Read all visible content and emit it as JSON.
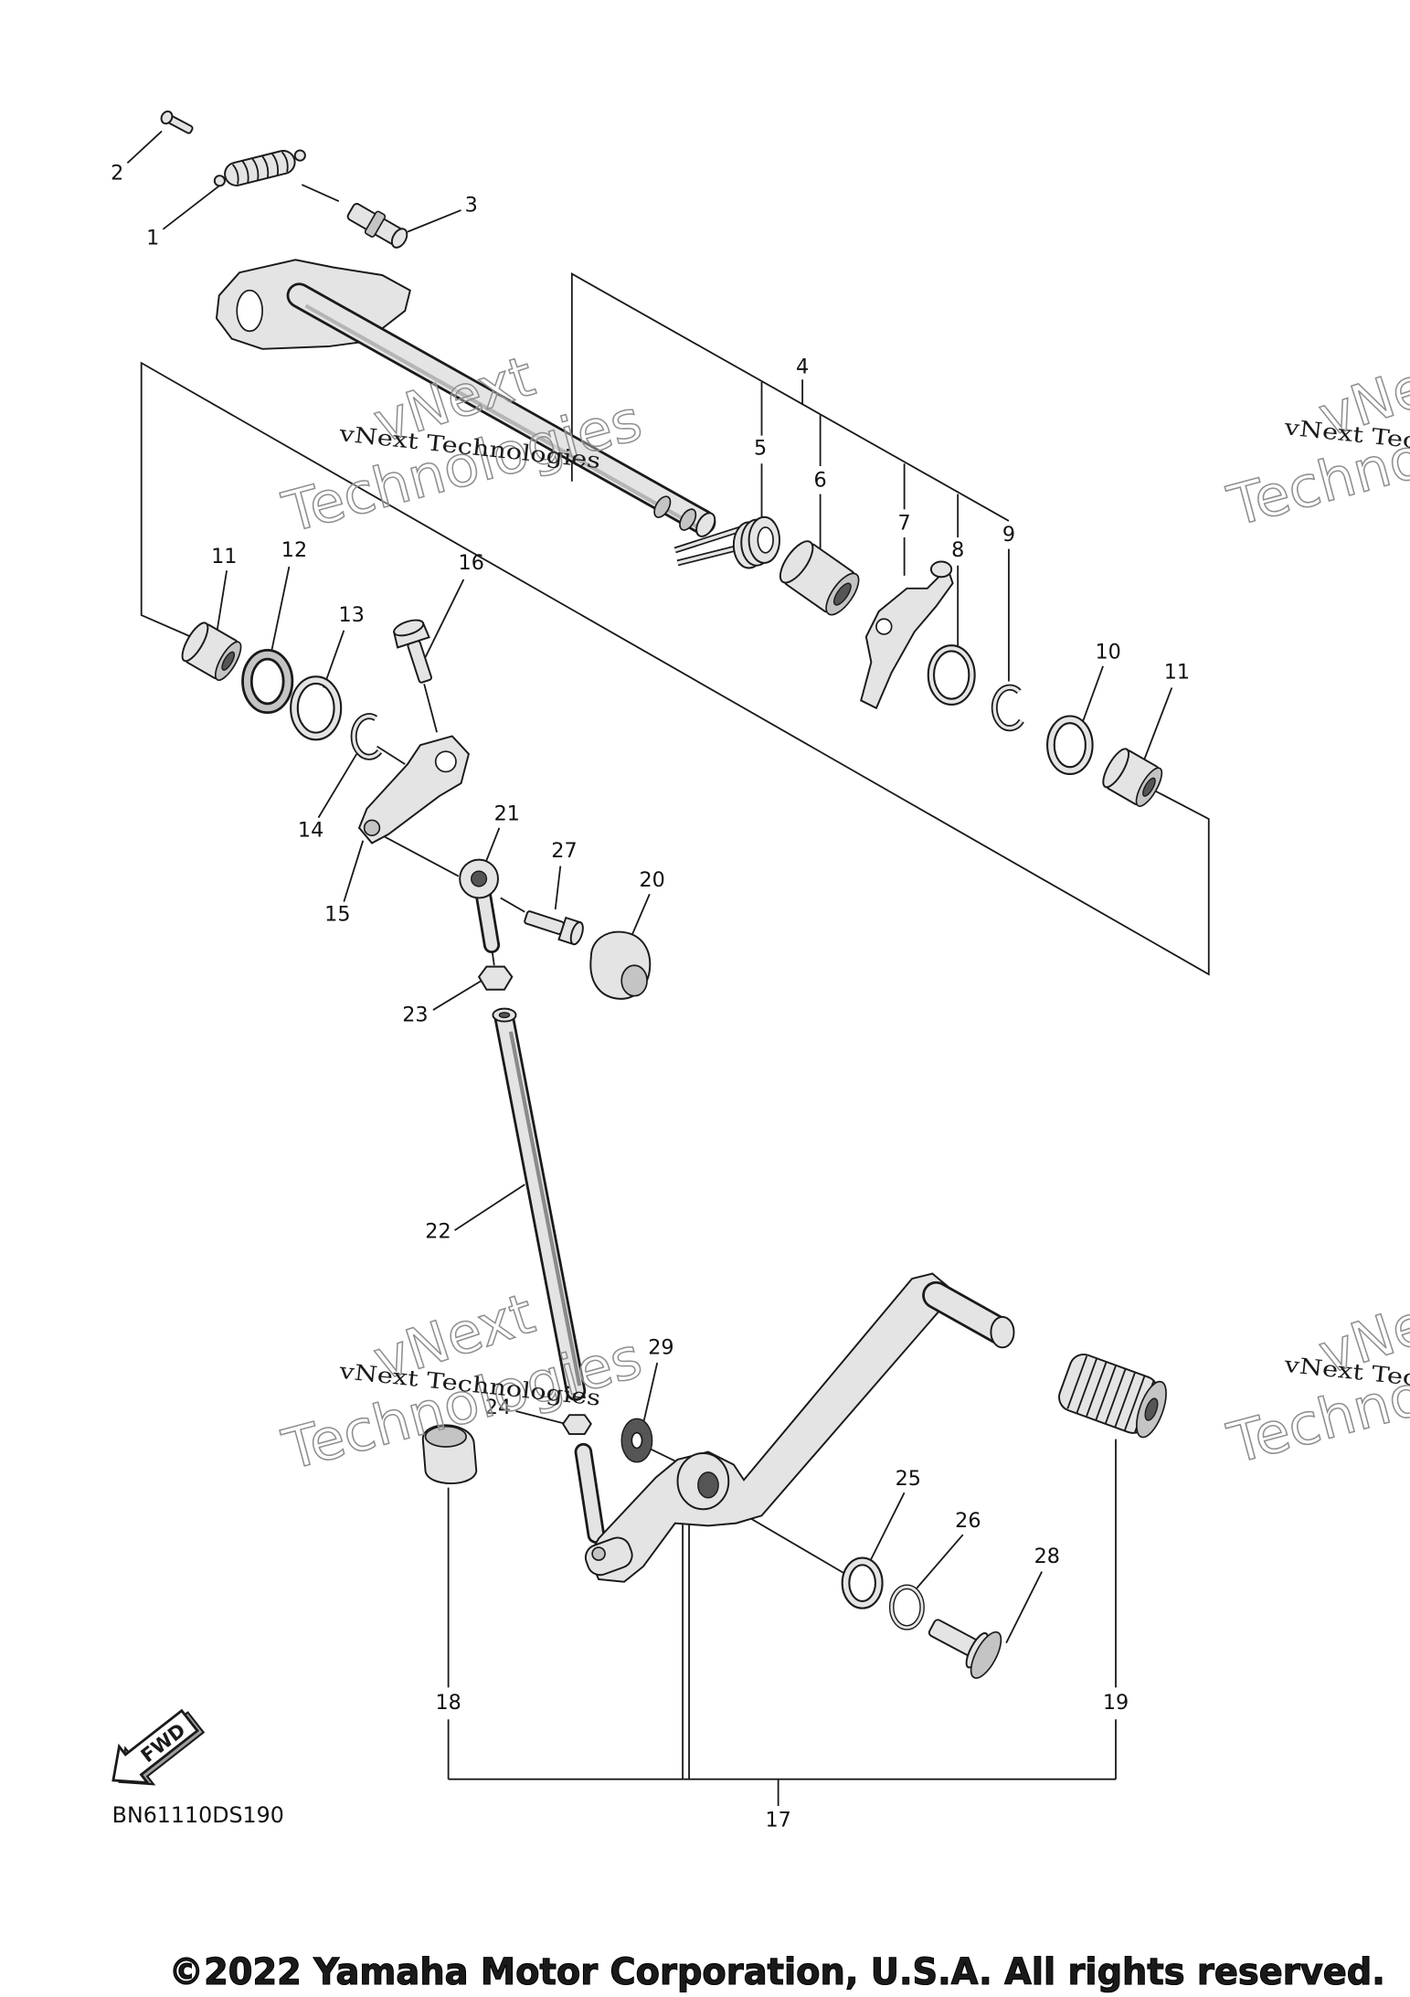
{
  "diagram": {
    "callouts": [
      "1",
      "2",
      "3",
      "4",
      "5",
      "6",
      "7",
      "8",
      "9",
      "10",
      "11",
      "11",
      "12",
      "13",
      "14",
      "15",
      "16",
      "17",
      "18",
      "19",
      "20",
      "21",
      "22",
      "23",
      "24",
      "25",
      "26",
      "27",
      "28",
      "29"
    ],
    "code": "BN61110DS190",
    "fwd_label": "FWD"
  },
  "watermark": {
    "text": "vNext Technologies",
    "big_line1": "vNext",
    "big_line2": "Technologies"
  },
  "copyright": "©2022 Yamaha Motor Corporation, U.S.A. All rights reserved.",
  "colors": {
    "background": "#ffffff",
    "line": "#1a1a1a",
    "part_fill": "#e4e4e4",
    "part_shade": "#c4c4c4",
    "watermark": "#8f8f8f"
  }
}
